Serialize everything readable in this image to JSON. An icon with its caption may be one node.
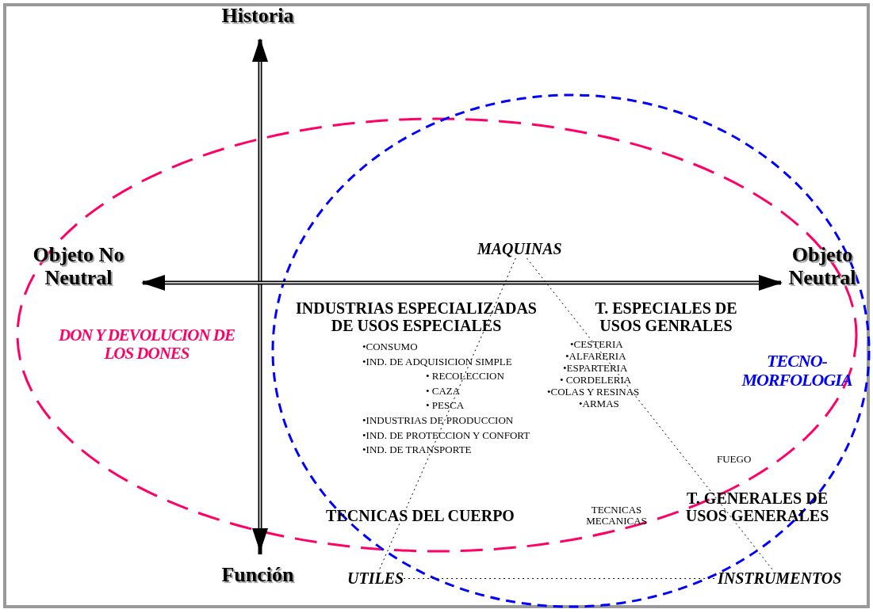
{
  "diagram": {
    "nodes": [
      {
        "text": [
          "MAQUINAS"
        ]
      },
      {
        "text": [
          "UTILES"
        ]
      },
      {
        "text": [
          "INSTRUMENTOS"
        ]
      }
    ],
    "edges": [
      {
        "from": 0,
        "to": 1,
        "arrow": "none",
        "style": "dashed"
      },
      {
        "from": 0,
        "to": 2,
        "arrow": "none",
        "style": "dashed"
      },
      {
        "from": 1,
        "to": 2,
        "arrow": "none",
        "style": "dashed"
      }
    ],
    "labels": [
      "Historia",
      "Objeto No Neutral",
      "Objeto Neutral",
      "INDUSTRIAS ESPECIALIZADAS DE USOS ESPECIALES",
      "T. ESPECIALES DE USOS GENRALES",
      "DON Y DEVOLUCION DE LOS DONES",
      "•CONSUMO",
      "•IND. DE ADQUISICION SIMPLE",
      "• RECOLECCION",
      "• CAZA",
      "• PESCA",
      "•INDUSTRIAS DE PRODUCCION",
      "•IND. DE PROTECCION Y CONFORT",
      "•IND. DE TRANSPORTE",
      "•CESTERIA",
      "•ALFARERIA",
      "•ESPARTERIA",
      "• CORDELERIA",
      "•COLAS Y RESINAS",
      "•ARMAS",
      "TECNO- MORFOLOGIA",
      "FUEGO",
      "TECNICAS DEL CUERPO",
      "TECNICAS MECANICAS",
      "T. GENERALES DE USOS GENERALES",
      "Función"
    ]
  }
}
